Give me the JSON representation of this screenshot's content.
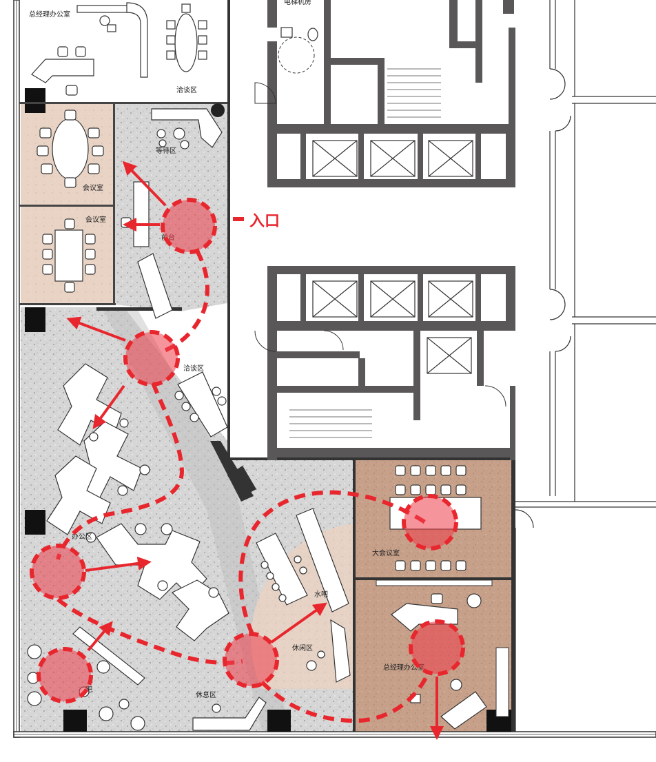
{
  "rooms": {
    "gm_office_top": "总经理办公室",
    "negotiation_top": "洽谈区",
    "waiting": "等待区",
    "meeting_room_1": "会议室",
    "meeting_room_2": "会议室",
    "reception": "前台",
    "negotiation_mid": "洽谈区",
    "office_area": "办公区",
    "large_meeting": "大会议室",
    "water_bar": "水吧",
    "leisure": "休闲区",
    "gm_office_bottom": "总经理办公室",
    "bar": "吧",
    "rest": "休息区",
    "equipment": "电梯机房"
  },
  "entrance_label": "入口",
  "colors": {
    "accent_red": "#e8262d",
    "wall_gray": "#5a5758",
    "terrazzo": "#cfcfcf",
    "wood_tone": "#c9a48e"
  }
}
